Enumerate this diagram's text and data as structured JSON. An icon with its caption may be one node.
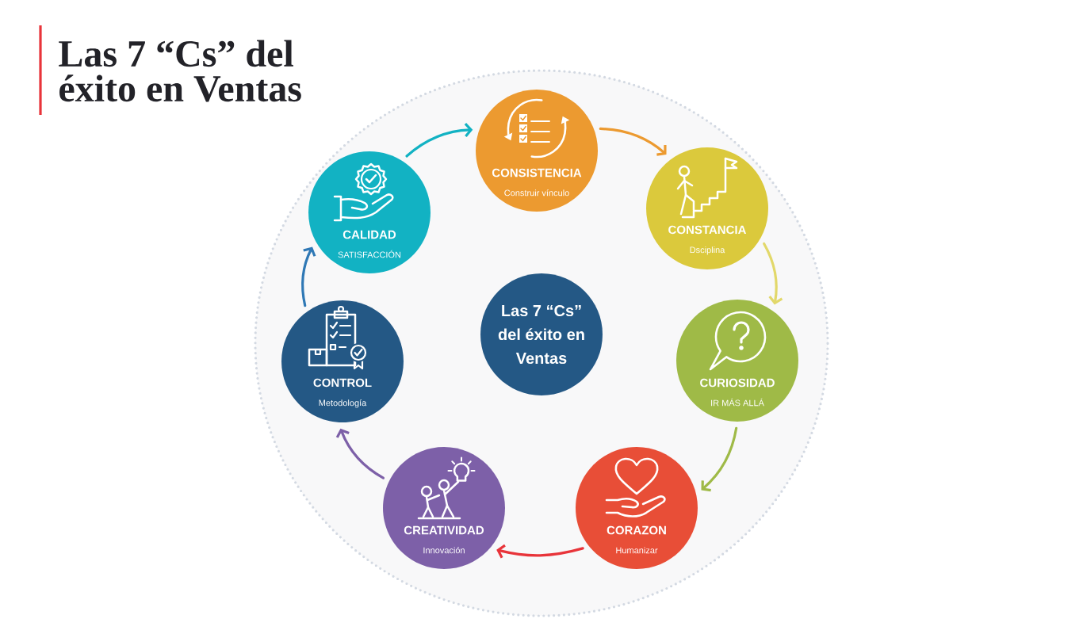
{
  "diagram": {
    "title": "Las 7 “Cs” del éxito en Ventas",
    "nodes": [
      {
        "text": [],
        "shape": "circle"
      },
      {
        "text": [
          "Las 7 “Cs” del éxito en Ventas"
        ],
        "in": 0
      },
      {
        "text": [
          "CONSISTENCIA",
          "Construir vínculo"
        ],
        "in": 0
      },
      {
        "text": [
          "CONSTANCIA",
          "Dsciplina"
        ],
        "in": 0
      },
      {
        "text": [
          "CURIOSIDAD",
          "IR MÁS ALLÁ"
        ],
        "in": 0
      },
      {
        "text": [
          "CORAZON",
          "Humanizar"
        ],
        "in": 0
      },
      {
        "text": [
          "CREATIVIDAD",
          "Innovación"
        ],
        "in": 0
      },
      {
        "text": [
          "CONTROL",
          "Metodología"
        ],
        "in": 0
      },
      {
        "text": [
          "CALIDAD",
          "SATISFACCIÓN"
        ],
        "in": 0
      }
    ],
    "edges": [
      {
        "from": 8,
        "to": 2,
        "arrow": "to",
        "color": "#12b2c3"
      },
      {
        "from": 2,
        "to": 3,
        "arrow": "to",
        "color": "#ec9a30"
      },
      {
        "from": 3,
        "to": 4,
        "arrow": "to",
        "color": "#e2d86a"
      },
      {
        "from": 4,
        "to": 5,
        "arrow": "to",
        "color": "#9fba47"
      },
      {
        "from": 5,
        "to": 6,
        "arrow": "to",
        "color": "#e8343a"
      },
      {
        "from": 6,
        "to": 7,
        "arrow": "to",
        "color": "#7d60a8"
      },
      {
        "from": 7,
        "to": 8,
        "arrow": "to",
        "color": "#2f78b5"
      }
    ]
  }
}
